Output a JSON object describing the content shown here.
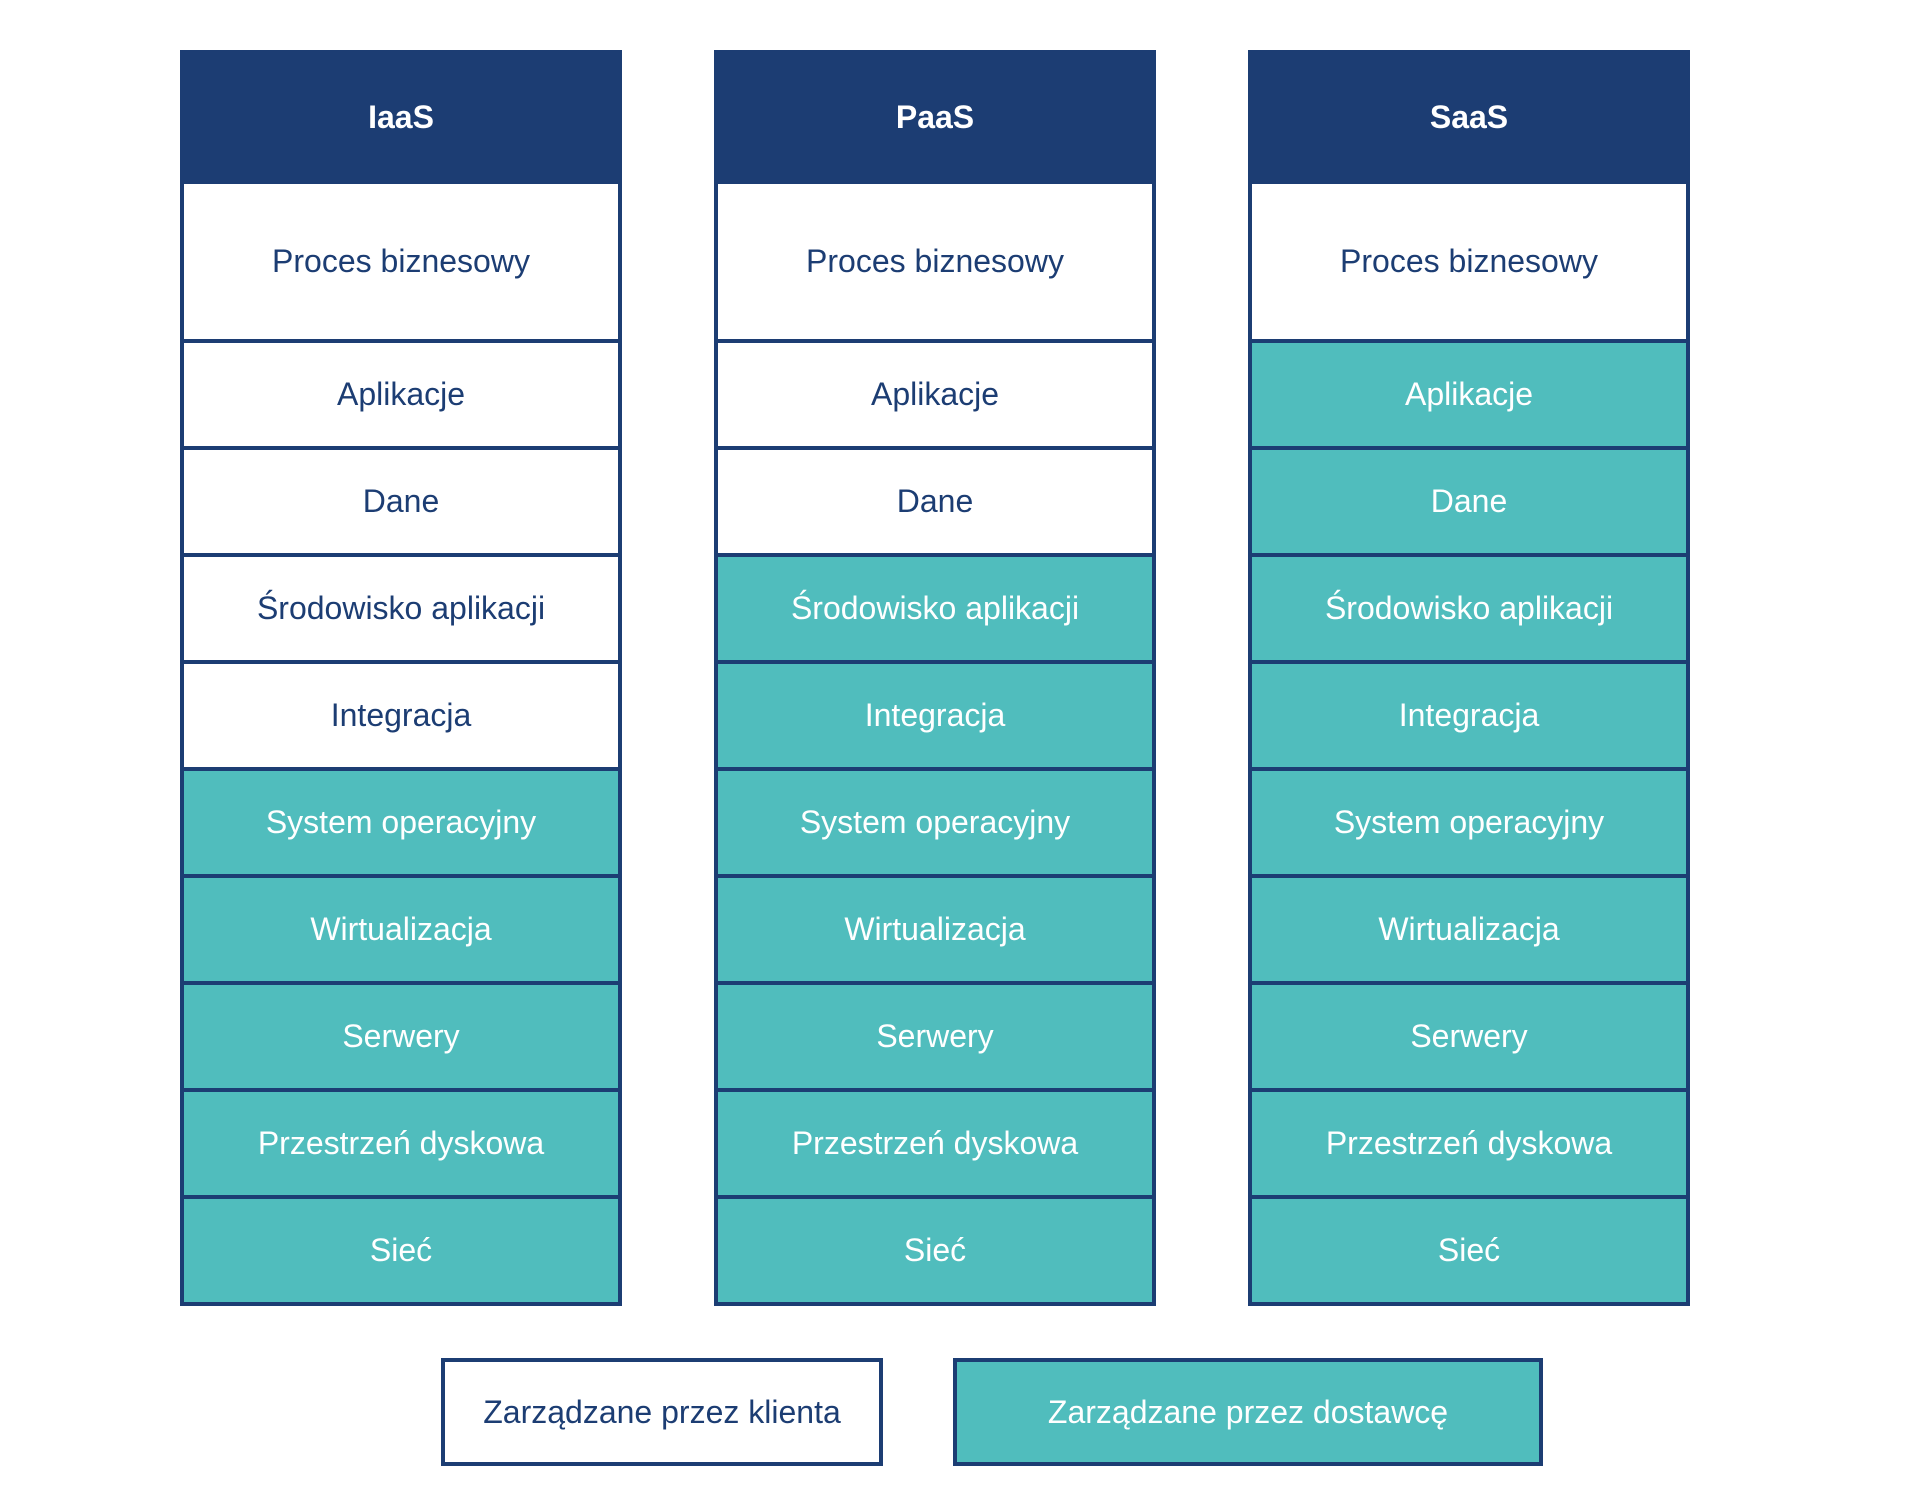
{
  "colors": {
    "header_bg": "#1c3d73",
    "client_bg": "#ffffff",
    "provider_bg": "#50bdbd",
    "text_dark": "#1c3d73",
    "text_light": "#ffffff"
  },
  "columns": [
    {
      "title": "IaaS",
      "rows": [
        {
          "label": "Proces biznesowy",
          "managed_by": "client"
        },
        {
          "label": "Aplikacje",
          "managed_by": "client"
        },
        {
          "label": "Dane",
          "managed_by": "client"
        },
        {
          "label": "Środowisko aplikacji",
          "managed_by": "client"
        },
        {
          "label": "Integracja",
          "managed_by": "client"
        },
        {
          "label": "System operacyjny",
          "managed_by": "provider"
        },
        {
          "label": "Wirtualizacja",
          "managed_by": "provider"
        },
        {
          "label": "Serwery",
          "managed_by": "provider"
        },
        {
          "label": "Przestrzeń dyskowa",
          "managed_by": "provider"
        },
        {
          "label": "Sieć",
          "managed_by": "provider"
        }
      ]
    },
    {
      "title": "PaaS",
      "rows": [
        {
          "label": "Proces biznesowy",
          "managed_by": "client"
        },
        {
          "label": "Aplikacje",
          "managed_by": "client"
        },
        {
          "label": "Dane",
          "managed_by": "client"
        },
        {
          "label": "Środowisko aplikacji",
          "managed_by": "provider"
        },
        {
          "label": "Integracja",
          "managed_by": "provider"
        },
        {
          "label": "System operacyjny",
          "managed_by": "provider"
        },
        {
          "label": "Wirtualizacja",
          "managed_by": "provider"
        },
        {
          "label": "Serwery",
          "managed_by": "provider"
        },
        {
          "label": "Przestrzeń dyskowa",
          "managed_by": "provider"
        },
        {
          "label": "Sieć",
          "managed_by": "provider"
        }
      ]
    },
    {
      "title": "SaaS",
      "rows": [
        {
          "label": "Proces biznesowy",
          "managed_by": "client"
        },
        {
          "label": "Aplikacje",
          "managed_by": "provider"
        },
        {
          "label": "Dane",
          "managed_by": "provider"
        },
        {
          "label": "Środowisko aplikacji",
          "managed_by": "provider"
        },
        {
          "label": "Integracja",
          "managed_by": "provider"
        },
        {
          "label": "System operacyjny",
          "managed_by": "provider"
        },
        {
          "label": "Wirtualizacja",
          "managed_by": "provider"
        },
        {
          "label": "Serwery",
          "managed_by": "provider"
        },
        {
          "label": "Przestrzeń dyskowa",
          "managed_by": "provider"
        },
        {
          "label": "Sieć",
          "managed_by": "provider"
        }
      ]
    }
  ],
  "legend": {
    "client": "Zarządzane przez klienta",
    "provider": "Zarządzane przez dostawcę"
  }
}
